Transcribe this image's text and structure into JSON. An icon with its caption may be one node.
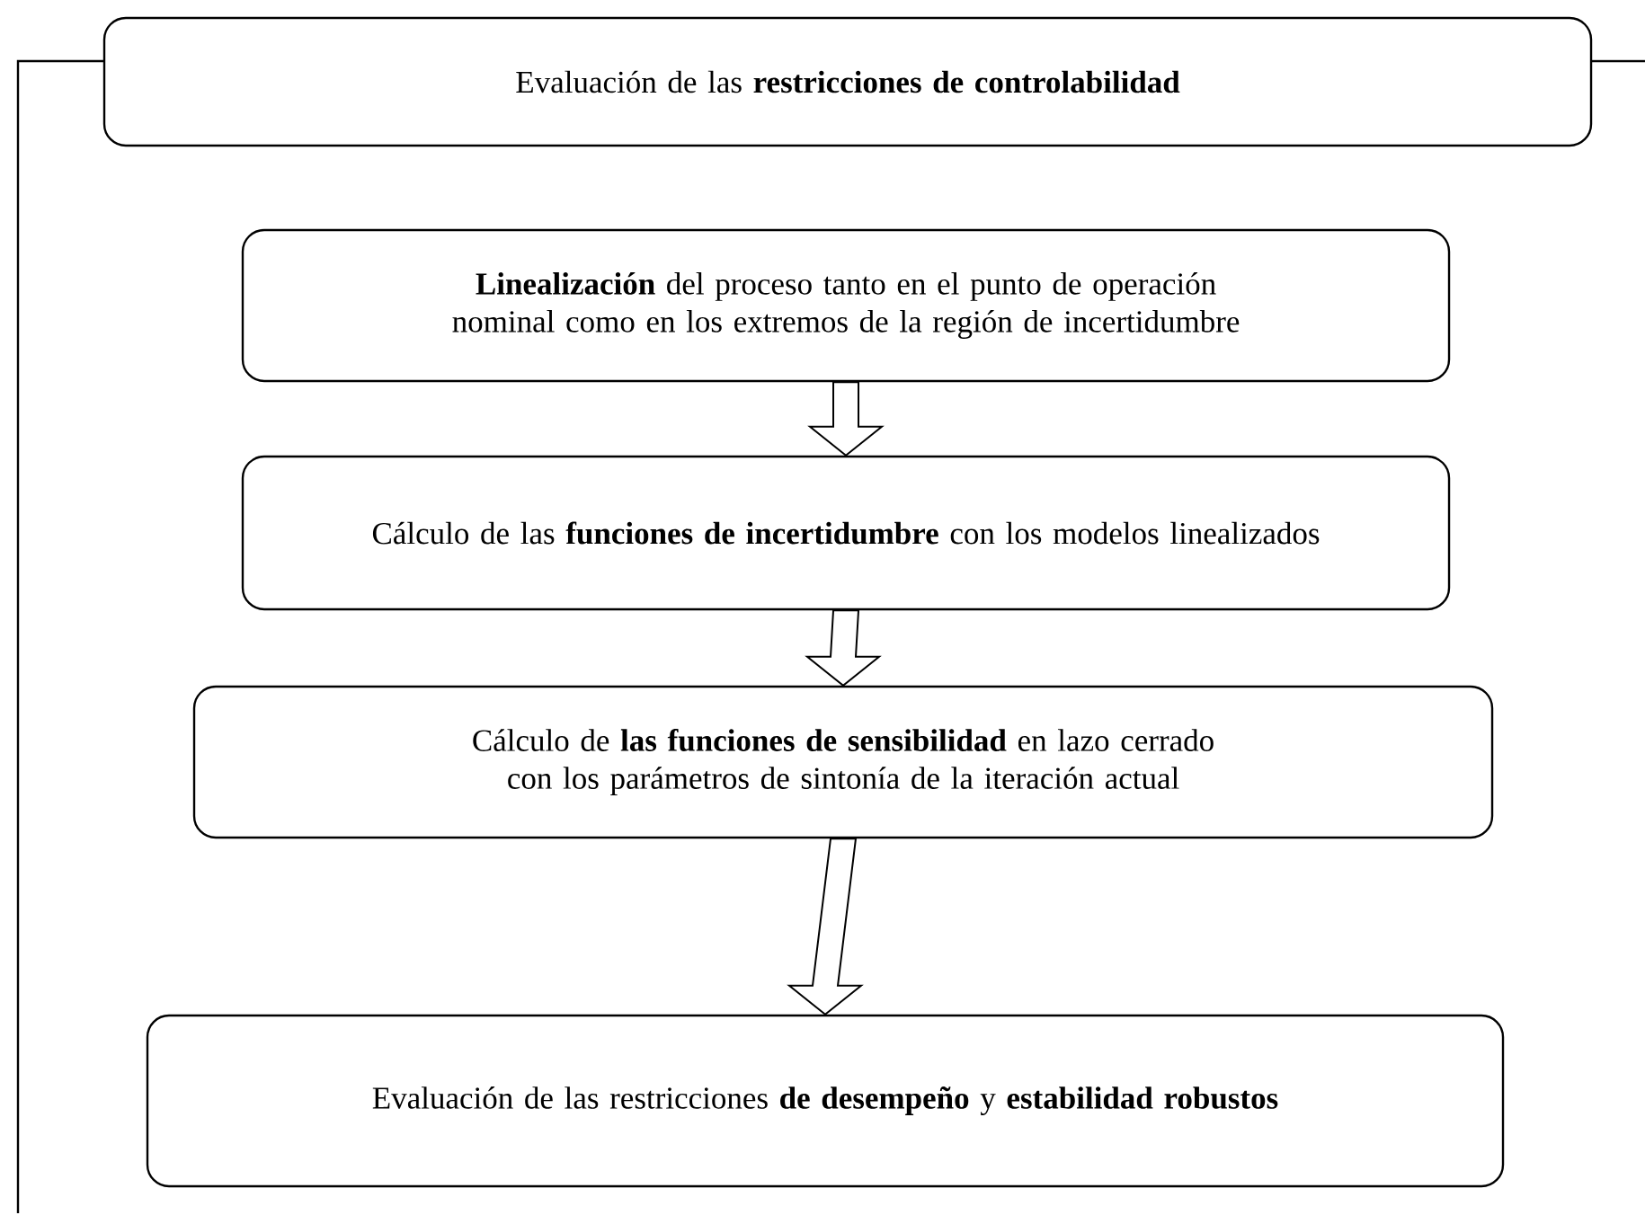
{
  "diagram": {
    "nodes": [
      {
        "text": [
          "Evaluación de las **restricciones de controlabilidad**"
        ]
      },
      {
        "text": [
          "**Linealización** del proceso tanto en el punto de operación nominal como en los extremos de la región de incertidumbre"
        ]
      },
      {
        "text": [
          "Cálculo de las **funciones de incertidumbre** con los modelos linealizados"
        ]
      },
      {
        "text": [
          "Cálculo de **las funciones de sensibilidad** en lazo cerrado con los parámetros de sintonía de la iteración actual"
        ]
      },
      {
        "text": [
          "Evaluación de las restricciones **de desempeño** y **estabilidad robustos**"
        ]
      }
    ],
    "edges": [
      {
        "from": 1,
        "to": 2,
        "arrow": "to"
      },
      {
        "from": 2,
        "to": 3,
        "arrow": "to"
      },
      {
        "from": 3,
        "to": 4,
        "arrow": "to"
      }
    ]
  }
}
